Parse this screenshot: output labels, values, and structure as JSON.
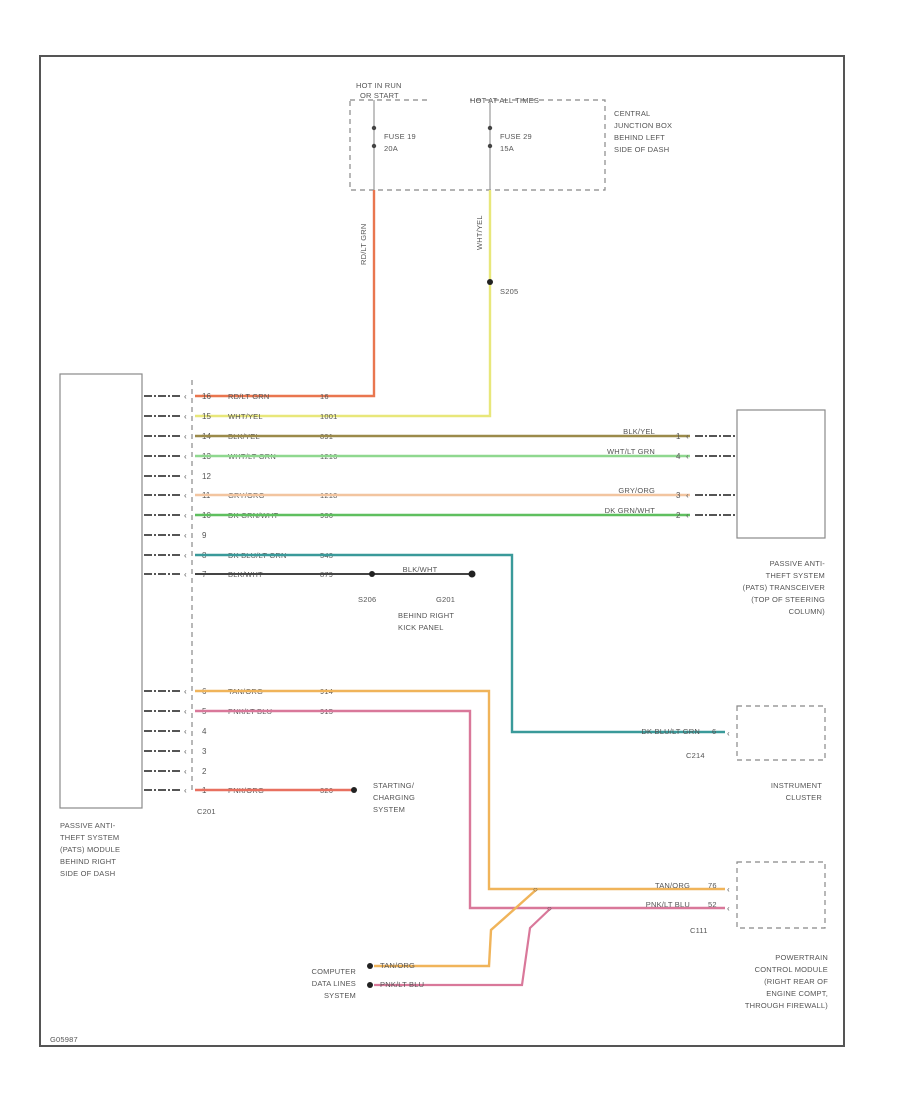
{
  "colors": {
    "frame": "#555555",
    "rd_lt_grn": "#e9764f",
    "wht_yel": "#e8e77a",
    "blk_yel": "#9b8a4a",
    "wht_lt_grn": "#8fd88f",
    "gry_org": "#f2c5a0",
    "dk_grn_wht": "#5fbf5f",
    "dk_blu_lt_grn": "#3a9a9a",
    "blk_wht": "#444444",
    "tan_org": "#f0b45a",
    "pnk_lt_blu": "#d9789a",
    "pnk_org": "#e87060"
  },
  "fuse_box": {
    "hot_in_run_start": "HOT IN RUN",
    "hot_in_run_start_2": "OR START",
    "hot_at_all_times": "HOT AT ALL TIMES",
    "fuse_19": "FUSE 19",
    "fuse_19_amp": "20A",
    "fuse_29": "FUSE 29",
    "fuse_29_amp": "15A",
    "location": [
      "CENTRAL",
      "JUNCTION BOX",
      "BEHIND LEFT",
      "SIDE OF DASH"
    ],
    "wire_left": "RD/LT GRN",
    "wire_right": "WHT/YEL",
    "splice": "S205"
  },
  "pats_module": {
    "connector": "C201",
    "description": [
      "PASSIVE ANTI-",
      "THEFT SYSTEM",
      "(PATS) MODULE",
      "BEHIND RIGHT",
      "SIDE OF DASH"
    ],
    "pins": [
      {
        "pin": "16",
        "wire": "RD/LT GRN",
        "circuit": "16"
      },
      {
        "pin": "15",
        "wire": "WHT/YEL",
        "circuit": "1001"
      },
      {
        "pin": "14",
        "wire": "BLK/YEL",
        "circuit": "891"
      },
      {
        "pin": "13",
        "wire": "WHT/LT GRN",
        "circuit": "1216"
      },
      {
        "pin": "12",
        "wire": "",
        "circuit": ""
      },
      {
        "pin": "11",
        "wire": "GRY/ORG",
        "circuit": "1218"
      },
      {
        "pin": "10",
        "wire": "DK GRN/WHT",
        "circuit": "936"
      },
      {
        "pin": "9",
        "wire": "",
        "circuit": ""
      },
      {
        "pin": "8",
        "wire": "DK BLU/LT GRN",
        "circuit": "543"
      },
      {
        "pin": "7",
        "wire": "BLK/WHT",
        "circuit": "879"
      },
      {
        "pin": "6",
        "wire": "TAN/ORG",
        "circuit": "914"
      },
      {
        "pin": "5",
        "wire": "PNK/LT BLU",
        "circuit": "915"
      },
      {
        "pin": "4",
        "wire": "",
        "circuit": ""
      },
      {
        "pin": "3",
        "wire": "",
        "circuit": ""
      },
      {
        "pin": "2",
        "wire": "",
        "circuit": ""
      },
      {
        "pin": "1",
        "wire": "PNK/ORG",
        "circuit": "326"
      }
    ]
  },
  "transceiver": {
    "description": [
      "PASSIVE ANTI-",
      "THEFT SYSTEM",
      "(PATS) TRANSCEIVER",
      "(TOP OF STEERING",
      "COLUMN)"
    ],
    "pins": [
      {
        "wire": "BLK/YEL",
        "pin": "1"
      },
      {
        "wire": "WHT/LT GRN",
        "pin": "4"
      },
      {
        "wire": "GRY/ORG",
        "pin": "3"
      },
      {
        "wire": "DK GRN/WHT",
        "pin": "2"
      }
    ]
  },
  "ground": {
    "splice": "S206",
    "wire": "BLK/WHT",
    "connector": "G201",
    "location": [
      "BEHIND RIGHT",
      "KICK PANEL"
    ]
  },
  "cluster": {
    "wire": "DK BLU/LT GRN",
    "pin": "6",
    "connector": "C214",
    "description": [
      "INSTRUMENT",
      "CLUSTER"
    ]
  },
  "starting": {
    "description": [
      "STARTING/",
      "CHARGING",
      "SYSTEM"
    ]
  },
  "pcm": {
    "connector": "C111",
    "wire_tan": "TAN/ORG",
    "pin_tan": "76",
    "wire_pnk": "PNK/LT BLU",
    "pin_pnk": "52",
    "description": [
      "POWERTRAIN",
      "CONTROL MODULE",
      "(RIGHT REAR OF",
      "ENGINE COMPT,",
      "THROUGH FIREWALL)"
    ]
  },
  "data_lines": {
    "wire_tan": "TAN/ORG",
    "wire_pnk": "PNK/LT BLU",
    "description": [
      "COMPUTER",
      "DATA LINES",
      "SYSTEM"
    ]
  },
  "footer_id": "G05987"
}
